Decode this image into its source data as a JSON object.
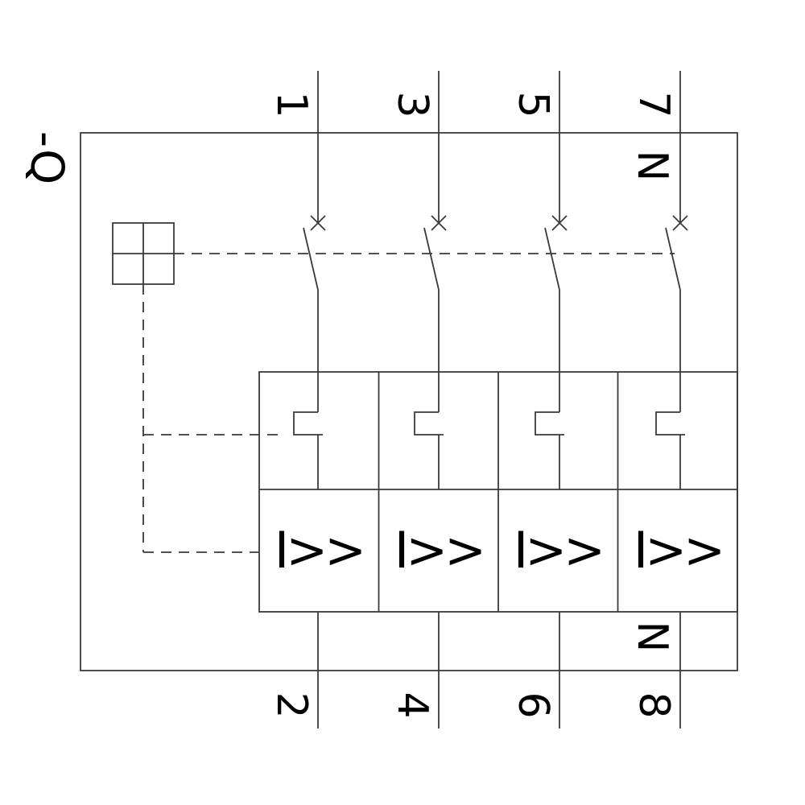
{
  "diagram": {
    "device_tag": "-Q",
    "top_terminals": [
      "1",
      "3",
      "5",
      "7"
    ],
    "bottom_terminals": [
      "2",
      "4",
      "6",
      "8"
    ],
    "neutral_label_top": "N",
    "neutral_label_bottom": "N",
    "trip_unit_labels": [
      "I>>",
      "I>>",
      "I>>",
      "I>>"
    ],
    "colors": {
      "line": "#3a3a3a",
      "text": "#000000",
      "background": "#ffffff"
    }
  }
}
